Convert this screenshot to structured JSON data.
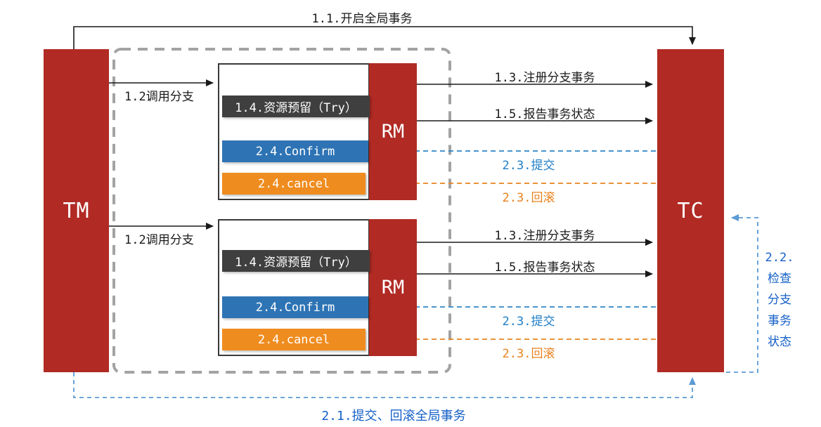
{
  "nodes": {
    "tm": {
      "label": "TM"
    },
    "tc": {
      "label": "TC"
    },
    "rm1": {
      "label": "RM",
      "try": "1.4.资源预留（Try）",
      "confirm": "2.4.Confirm",
      "cancel": "2.4.cancel"
    },
    "rm2": {
      "label": "RM",
      "try": "1.4.资源预留（Try）",
      "confirm": "2.4.Confirm",
      "cancel": "2.4.cancel"
    }
  },
  "arrows": {
    "open_global": "1.1.开启全局事务",
    "call_branch_1": "1.2调用分支",
    "register_branch_1": "1.3.注册分支事务",
    "report_status_1": "1.5.报告事务状态",
    "commit_1": "2.3.提交",
    "rollback_1": "2.3.回滚",
    "call_branch_2": "1.2调用分支",
    "register_branch_2": "1.3.注册分支事务",
    "report_status_2": "1.5.报告事务状态",
    "commit_2": "2.3.提交",
    "rollback_2": "2.3.回滚",
    "check_branch": [
      "2.2.",
      "检查",
      "分支",
      "事务",
      "状态"
    ],
    "global_commit_rollback": "2.1.提交、回滚全局事务"
  },
  "colors": {
    "node_red": "#B12A24",
    "try_gray": "#3F3F3F",
    "confirm_blue": "#2E74B5",
    "cancel_orange": "#EF8C1F",
    "commit_arrow_blue": "#2E86C7",
    "rollback_arrow_orange": "#E8821E",
    "loop_arrow_blue": "#5B9BD5",
    "label_blue": "#1560C8",
    "line_black": "#1A1A1A",
    "boundary_gray": "#A3A3A3"
  }
}
